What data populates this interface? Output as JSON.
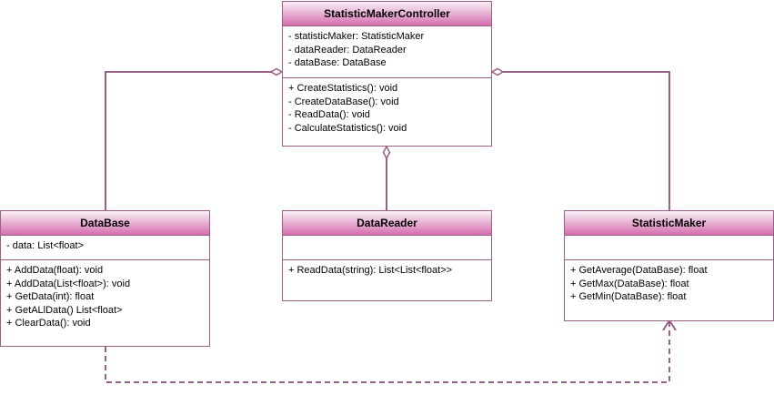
{
  "colors": {
    "line": "#996185",
    "header_top": "#f9f0f6",
    "header_bottom": "#d46eae"
  },
  "classes": {
    "controller": {
      "name": "StatisticMakerController",
      "attributes": [
        "- statisticMaker: StatisticMaker",
        "- dataReader: DataReader",
        "- dataBase: DataBase"
      ],
      "methods": [
        "+ CreateStatistics(): void",
        "- CreateDataBase(): void",
        "- ReadData(): void",
        "- CalculateStatistics(): void"
      ]
    },
    "database": {
      "name": "DataBase",
      "attributes": [
        "- data: List<float>"
      ],
      "methods": [
        "+ AddData(float): void",
        "+ AddData(List<float>): void",
        "+ GetData(int): float",
        "+ GetALlData() List<float>",
        "+ ClearData(): void"
      ]
    },
    "datareader": {
      "name": "DataReader",
      "attributes": [],
      "methods": [
        "+ ReadData(string): List<List<float>>"
      ]
    },
    "statisticmaker": {
      "name": "StatisticMaker",
      "attributes": [],
      "methods": [
        "+ GetAverage(DataBase): float",
        "+ GetMax(DataBase): float",
        "+ GetMin(DataBase): float"
      ]
    }
  }
}
